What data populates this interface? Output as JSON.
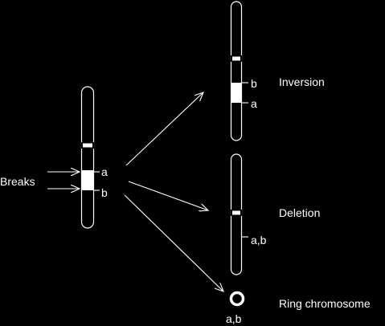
{
  "labels": {
    "breaks": "Breaks",
    "a": "a",
    "b": "b",
    "inversion": "Inversion",
    "deletion": "Deletion",
    "ring": "Ring chromosome",
    "ab": "a,b"
  },
  "colors": {
    "background": "#000000",
    "foreground": "#ffffff"
  }
}
